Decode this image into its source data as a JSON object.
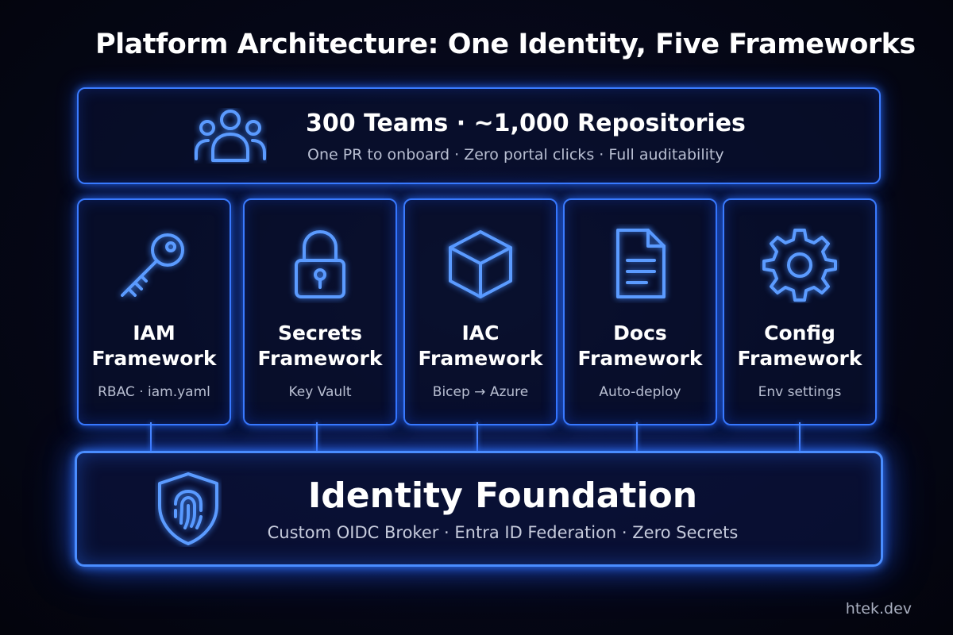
{
  "title": "Platform Architecture: One Identity, Five Frameworks",
  "summary": {
    "heading": "300 Teams · ~1,000 Repositories",
    "subtext": "One PR to onboard · Zero portal clicks · Full auditability",
    "icon": "users-icon"
  },
  "frameworks": [
    {
      "line1": "IAM",
      "line2": "Framework",
      "detail": "RBAC · iam.yaml",
      "icon": "key-icon"
    },
    {
      "line1": "Secrets",
      "line2": "Framework",
      "detail": "Key Vault",
      "icon": "lock-icon"
    },
    {
      "line1": "IAC",
      "line2": "Framework",
      "detail": "Bicep → Azure",
      "icon": "cube-icon"
    },
    {
      "line1": "Docs",
      "line2": "Framework",
      "detail": "Auto-deploy",
      "icon": "document-icon"
    },
    {
      "line1": "Config",
      "line2": "Framework",
      "detail": "Env settings",
      "icon": "gear-icon"
    }
  ],
  "foundation": {
    "heading": "Identity Foundation",
    "subtext": "Custom OIDC Broker · Entra ID Federation · Zero Secrets",
    "icon": "fingerprint-shield-icon"
  },
  "watermark": "htek.dev",
  "colors": {
    "background": "#05060e",
    "glow": "#3a7bff",
    "icon_stroke": "#5b9bff",
    "text_primary": "#ffffff",
    "text_secondary": "#b9bfd2"
  }
}
